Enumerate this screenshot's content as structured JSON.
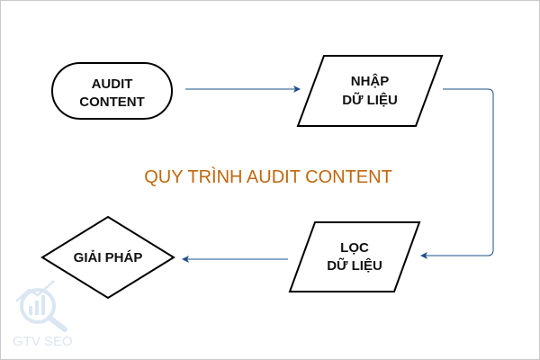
{
  "diagram": {
    "title": "QUY TRÌNH AUDIT CONTENT",
    "nodes": {
      "start": [
        "AUDIT",
        "CONTENT"
      ],
      "input": [
        "NHẬP",
        "DỮ LIỆU"
      ],
      "filter": [
        "LỌC",
        "DỮ LIỆU"
      ],
      "solution": [
        "GIẢI PHÁP"
      ]
    }
  },
  "watermark": {
    "brand": "GTV SEO"
  },
  "colors": {
    "title": "#c0670f",
    "stroke": "#000000",
    "connector": "#1b4f8a",
    "watermark": "#d6e4f0"
  }
}
